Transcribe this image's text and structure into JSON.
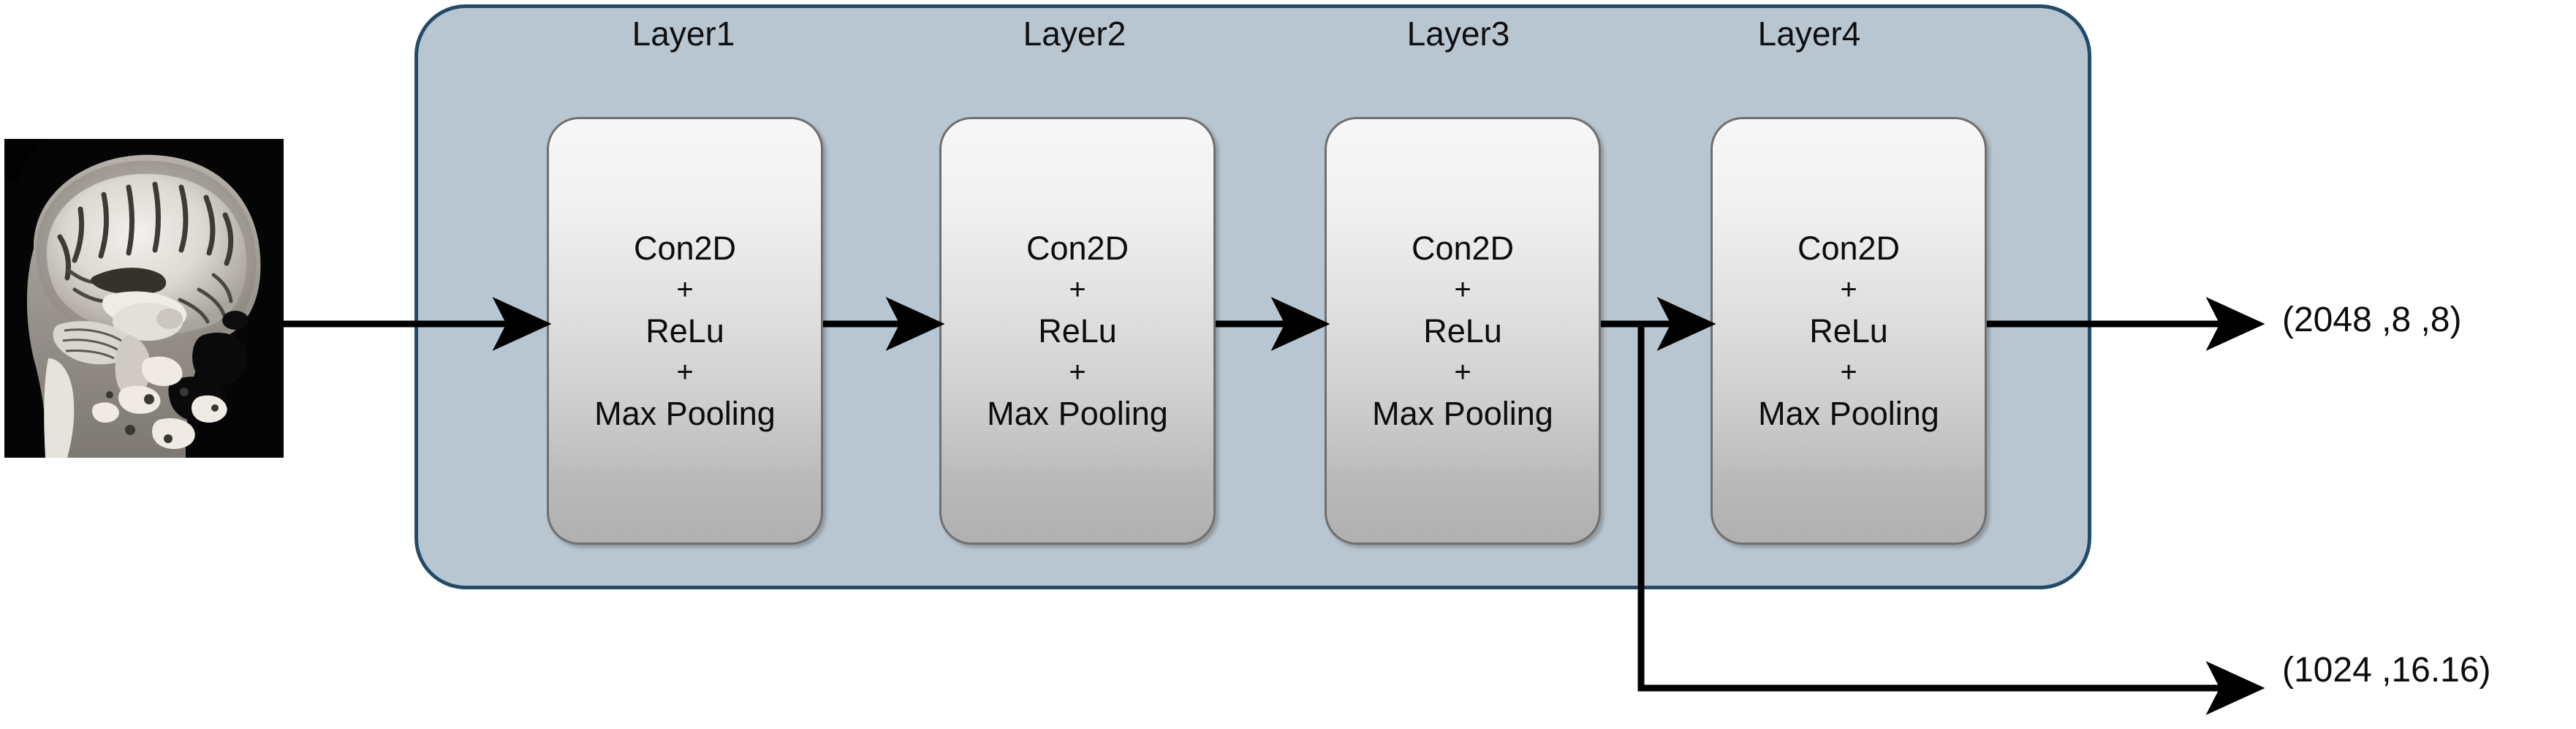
{
  "diagram": {
    "title": "CNN feature extractor block diagram",
    "input": {
      "name": "brain-mri-sagittal-slice",
      "alt": "Sagittal brain MRI slice"
    },
    "container": {
      "fill_color": "#b8c6d1",
      "border_color": "#234b68"
    },
    "layers": [
      {
        "caption": "Layer1",
        "ops": [
          "Con2D",
          "+",
          "ReLu",
          "+",
          "Max Pooling"
        ]
      },
      {
        "caption": "Layer2",
        "ops": [
          "Con2D",
          "+",
          "ReLu",
          "+",
          "Max Pooling"
        ]
      },
      {
        "caption": "Layer3",
        "ops": [
          "Con2D",
          "+",
          "ReLu",
          "+",
          "Max Pooling"
        ]
      },
      {
        "caption": "Layer4",
        "ops": [
          "Con2D",
          "+",
          "ReLu",
          "+",
          "Max Pooling"
        ]
      }
    ],
    "outputs": [
      {
        "name": "main-output",
        "label": "(2048 ,8 ,8)"
      },
      {
        "name": "skip-output",
        "label": "(1024 ,16.16)"
      }
    ],
    "arrows": [
      {
        "name": "input-to-layer1"
      },
      {
        "name": "layer1-to-layer2"
      },
      {
        "name": "layer2-to-layer3"
      },
      {
        "name": "layer3-to-layer4"
      },
      {
        "name": "layer4-to-main-output"
      },
      {
        "name": "layer3-branch-to-skip-output"
      }
    ]
  }
}
